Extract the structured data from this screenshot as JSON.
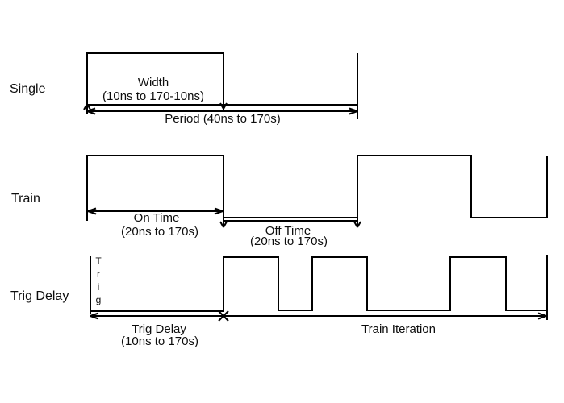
{
  "diagram": {
    "type": "timing-diagram",
    "colors": {
      "line": "#000000",
      "text": "#0d0d0d",
      "background": "#ffffff"
    },
    "rows": [
      {
        "label": "Single",
        "pulse_label": "Width",
        "pulse_range": "(10ns to 170-10ns)",
        "period_label": "Period (40ns to 170s)"
      },
      {
        "label": "Train",
        "on_label": "On Time",
        "on_range": "(20ns to 170s)",
        "off_label": "Off Time",
        "off_range": "(20ns to 170s)"
      },
      {
        "label": "Trig Delay",
        "axis_label": "Trig",
        "delay_label": "Trig Delay",
        "delay_range": "(10ns to 170s)",
        "iteration_label": "Train Iteration"
      }
    ]
  }
}
